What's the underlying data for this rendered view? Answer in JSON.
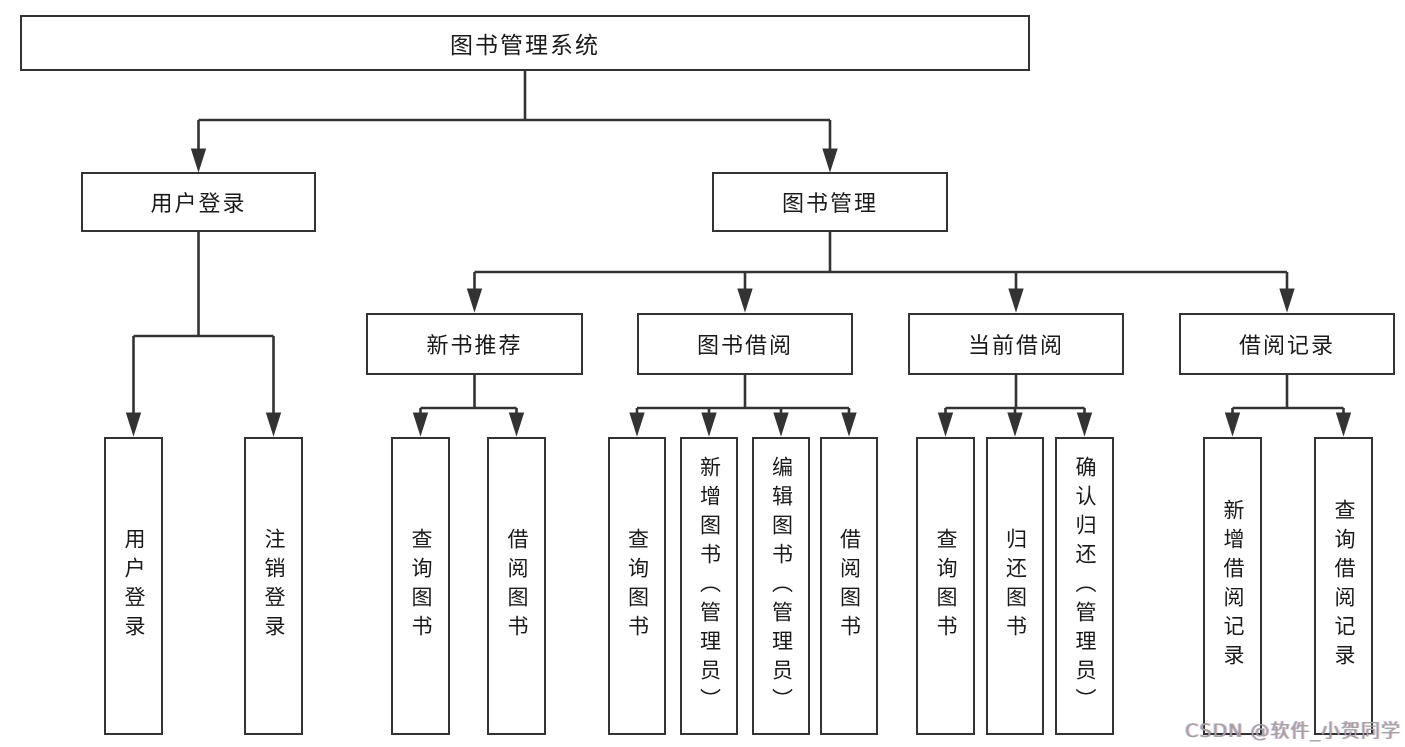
{
  "diagram": {
    "root": {
      "label": "图书管理系统",
      "children": [
        {
          "label": "用户登录",
          "children": [
            {
              "label": "用户登录"
            },
            {
              "label": "注销登录"
            }
          ]
        },
        {
          "label": "图书管理",
          "children": [
            {
              "label": "新书推荐",
              "children": [
                {
                  "label": "查询图书"
                },
                {
                  "label": "借阅图书"
                }
              ]
            },
            {
              "label": "图书借阅",
              "children": [
                {
                  "label": "查询图书"
                },
                {
                  "label": "新增图书（管理员）"
                },
                {
                  "label": "编辑图书（管理员）"
                },
                {
                  "label": "借阅图书"
                }
              ]
            },
            {
              "label": "当前借阅",
              "children": [
                {
                  "label": "查询图书"
                },
                {
                  "label": "归还图书"
                },
                {
                  "label": "确认归还（管理员）"
                }
              ]
            },
            {
              "label": "借阅记录",
              "children": [
                {
                  "label": "新增借阅记录"
                },
                {
                  "label": "查询借阅记录"
                }
              ]
            }
          ]
        }
      ]
    }
  },
  "watermark": {
    "text": "CSDN @软件_小贺同学"
  },
  "colors": {
    "line": "#333333",
    "border": "#333333",
    "fill": "#ffffff",
    "text": "#1a1a1a",
    "watermark": "#a3a3a3"
  }
}
